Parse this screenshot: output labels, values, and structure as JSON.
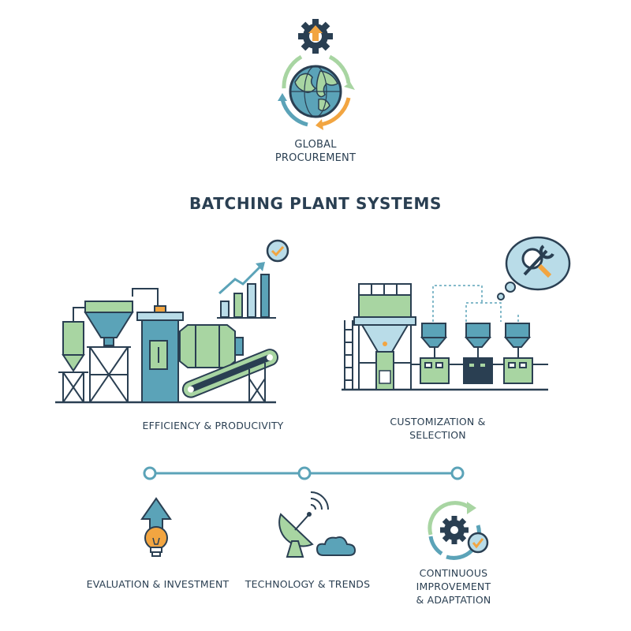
{
  "hub": {
    "label": "GLOBAL\nPROCUREMENT",
    "icon": "globe-gear-cycle-icon"
  },
  "title": "BATCHING PLANT SYSTEMS",
  "sections": {
    "efficiency": {
      "label": "EFFICIENCY & PRODUCIVITY",
      "icon": "batching-plant-growth-chart-icon"
    },
    "customization": {
      "label": "CUSTOMIZATION &\nSELECTION",
      "icon": "modular-hoppers-wrench-icon"
    }
  },
  "timeline": {
    "steps": [
      {
        "label": "EVALUATION & INVESTMENT",
        "icon": "lightbulb-arrow-up-icon"
      },
      {
        "label": "TECHNOLOGY & TRENDS",
        "icon": "satellite-dish-cloud-icon"
      },
      {
        "label": "CONTINUOUS\nIMPROVEMENT\n& ADAPTATION",
        "icon": "gear-cycle-check-icon"
      }
    ]
  },
  "colors": {
    "navy": "#2a3f52",
    "teal": "#5ba3b8",
    "green": "#a8d5a2",
    "orange": "#f2a541",
    "blue": "#4a90b8",
    "lightblue": "#b9dce8"
  }
}
